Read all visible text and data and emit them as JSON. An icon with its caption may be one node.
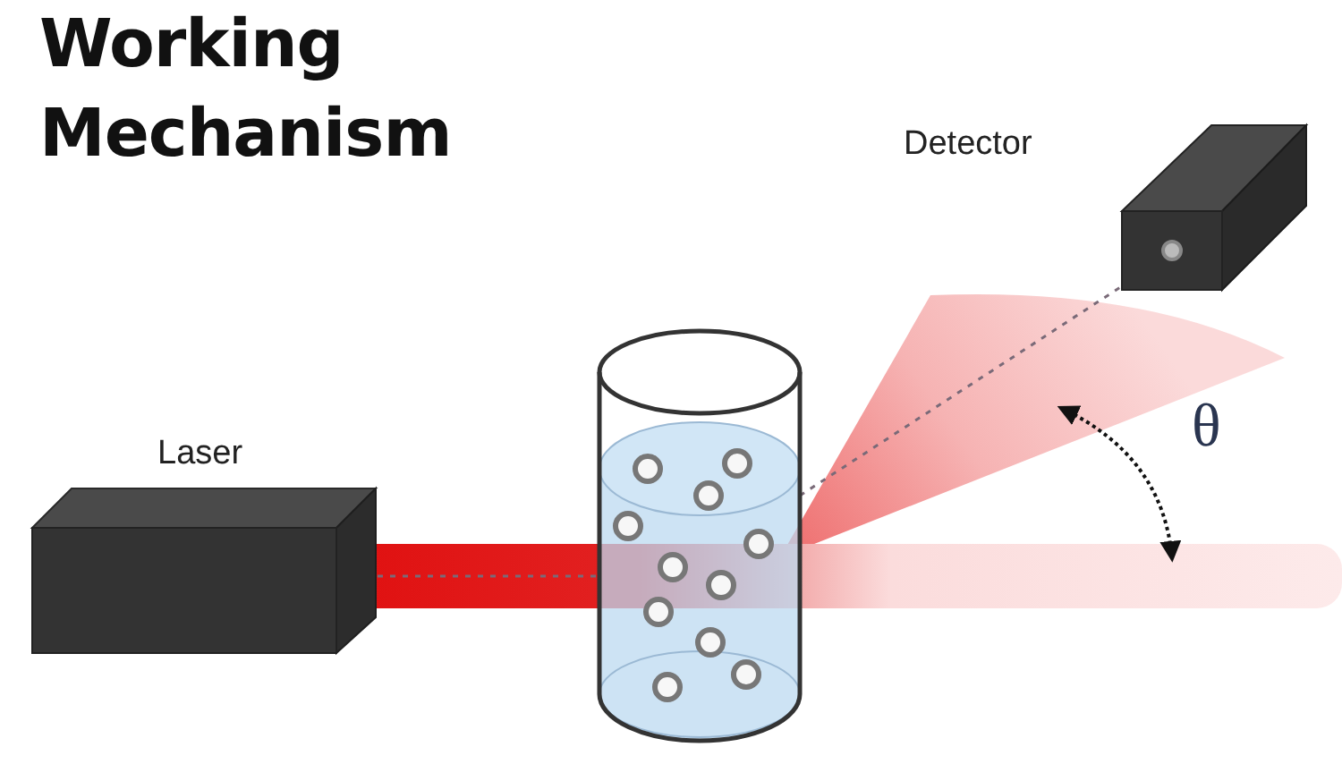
{
  "diagram": {
    "title": "Working Mechanism",
    "nodes": [
      {
        "text": [
          "Laser"
        ]
      },
      {
        "text": [],
        "shape": "cylinder"
      },
      {
        "text": [
          "Detector"
        ]
      }
    ],
    "edges": [
      {
        "from": 0,
        "to": 1,
        "arrow": "none",
        "style": "dashed"
      },
      {
        "from": 1,
        "to": 2,
        "arrow": "none",
        "style": "dashed"
      }
    ],
    "labels": [
      "θ"
    ]
  }
}
